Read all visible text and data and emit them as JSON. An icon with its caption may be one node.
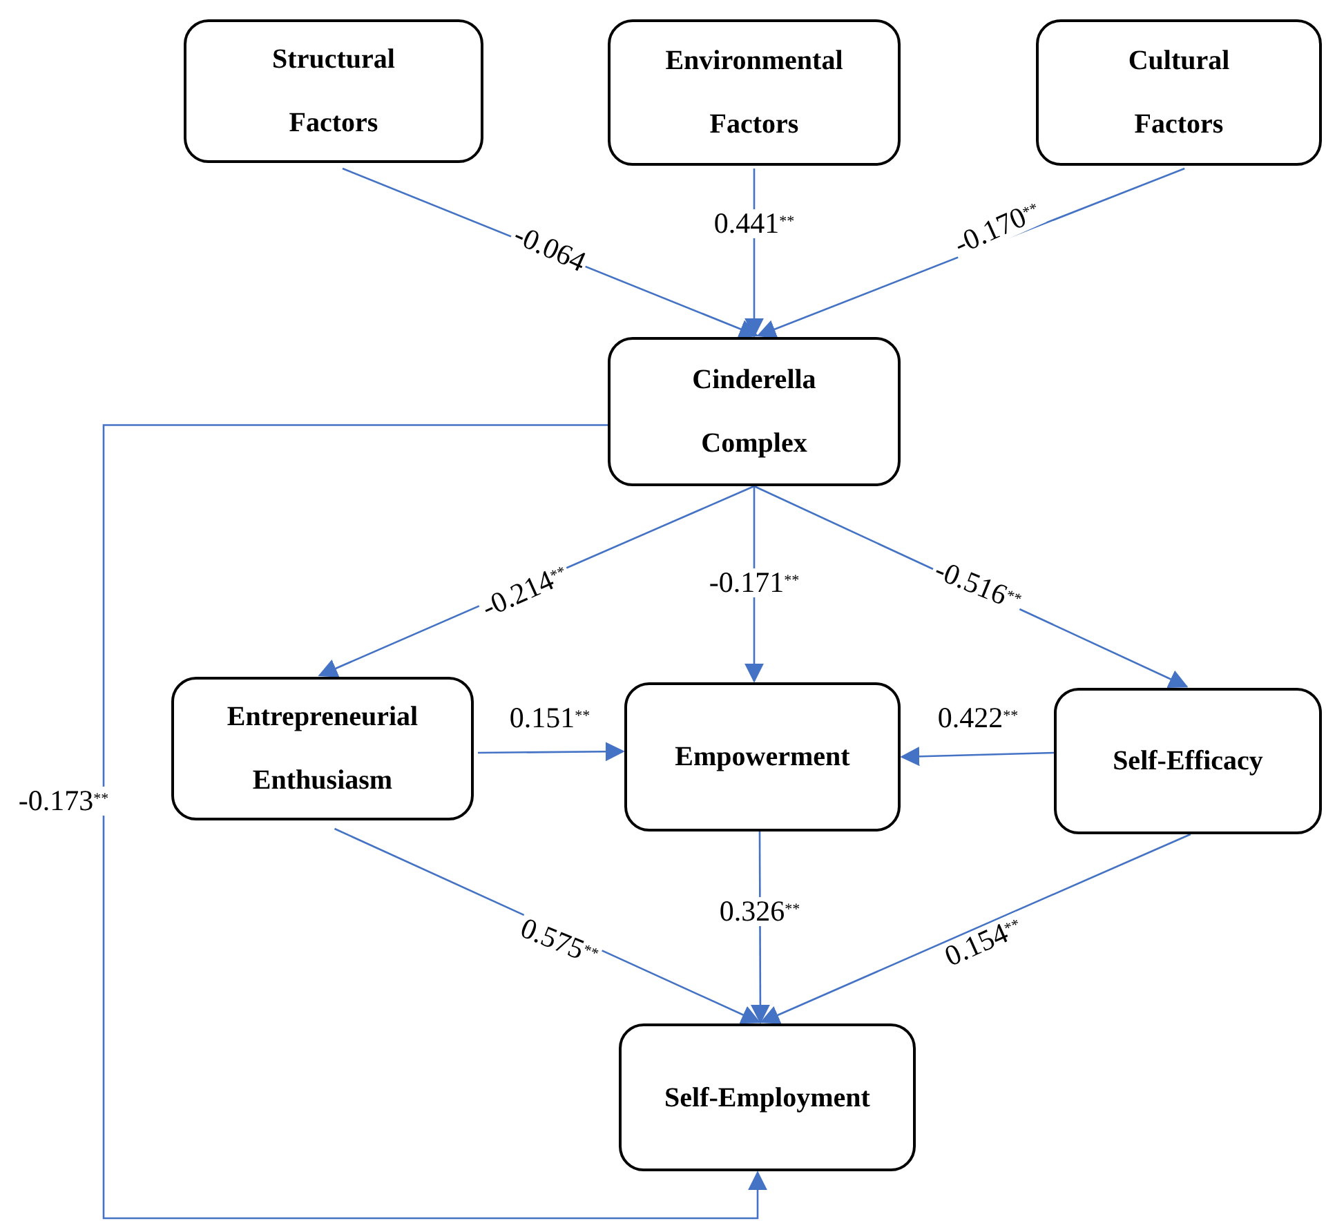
{
  "diagram": {
    "nodes": [
      {
        "text": [
          "Structural Factors"
        ]
      },
      {
        "text": [
          "Environmental Factors"
        ]
      },
      {
        "text": [
          "Cultural Factors"
        ]
      },
      {
        "text": [
          "Cinderella Complex"
        ]
      },
      {
        "text": [
          "Entrepreneurial Enthusiasm"
        ]
      },
      {
        "text": [
          "Empowerment"
        ]
      },
      {
        "text": [
          "Self-Efficacy"
        ]
      },
      {
        "text": [
          "Self-Employment"
        ]
      }
    ],
    "edges": [
      {
        "from": 0,
        "to": 3,
        "arrow": "to",
        "label": "-0.064"
      },
      {
        "from": 1,
        "to": 3,
        "arrow": "to",
        "label": "0.441$^{**}$"
      },
      {
        "from": 2,
        "to": 3,
        "arrow": "to",
        "label": "-0.170$^{**}$"
      },
      {
        "from": 3,
        "to": 4,
        "arrow": "to",
        "label": "-0.214$^{**}$"
      },
      {
        "from": 3,
        "to": 5,
        "arrow": "to",
        "label": "-0.171$^{**}$"
      },
      {
        "from": 3,
        "to": 6,
        "arrow": "to",
        "label": "-0.516$^{**}$"
      },
      {
        "from": 4,
        "to": 5,
        "arrow": "to",
        "label": "0.151$^{**}$"
      },
      {
        "from": 6,
        "to": 5,
        "arrow": "to",
        "label": "0.422$^{**}$"
      },
      {
        "from": 4,
        "to": 7,
        "arrow": "to",
        "label": "0.575$^{**}$"
      },
      {
        "from": 5,
        "to": 7,
        "arrow": "to",
        "label": "0.326$^{**}$"
      },
      {
        "from": 6,
        "to": 7,
        "arrow": "to",
        "label": "0.154$^{**}$"
      },
      {
        "from": 3,
        "to": 7,
        "arrow": "to",
        "label": "-0.173$^{**}$"
      }
    ]
  }
}
